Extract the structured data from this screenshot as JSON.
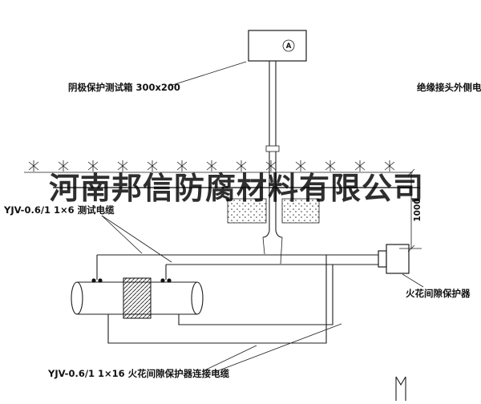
{
  "watermark": "河南邦信防腐材料有限公司",
  "labels": {
    "test_box": "阴极保护测试箱 300x200",
    "outer_cable": "绝缘接头外侧电缆",
    "test_cable": "YJV-0.6/1 1×6  测试电缆",
    "dimension": "1000",
    "spark_gap": "火花间隙保护器",
    "spark_gap_cable": "YJV-0.6/1 1×16  火花间隙保护器连接电缆",
    "meter": "A"
  },
  "colors": {
    "line": "#1c1c1c",
    "background": "#ffffff",
    "watermark": "#000000"
  }
}
